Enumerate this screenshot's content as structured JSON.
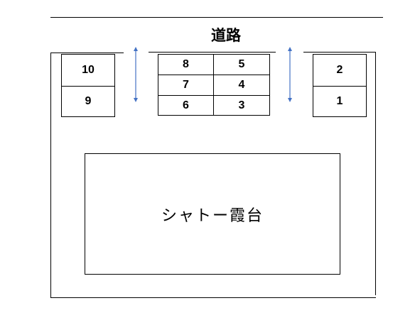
{
  "road": {
    "label": "道路"
  },
  "parking": {
    "left_slots": [
      "10",
      "9"
    ],
    "center_slots": [
      "8",
      "5",
      "7",
      "4",
      "6",
      "3"
    ],
    "right_slots": [
      "2",
      "1"
    ]
  },
  "building": {
    "label": "シャトー霞台"
  },
  "colors": {
    "line": "#000000",
    "arrow": "#4472c4"
  },
  "icons": {
    "passage_arrow": "double-headed-vertical-arrow"
  }
}
